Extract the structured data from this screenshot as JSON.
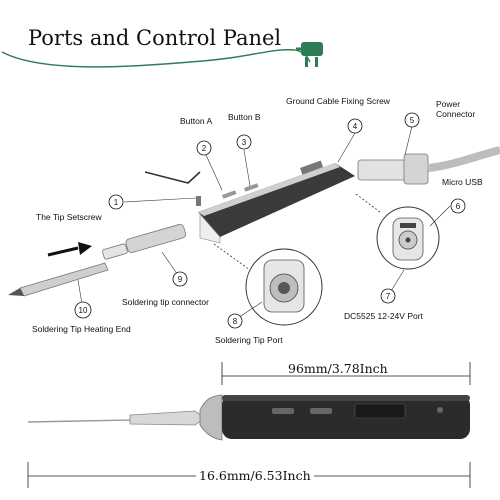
{
  "title": "Ports and Control Panel",
  "colors": {
    "accent": "#2e7d56",
    "ink": "#111111",
    "body": "#2b2b2b"
  },
  "labels": {
    "button_a": "Button A",
    "button_b": "Button B",
    "ground_screw": "Ground Cable Fixing Screw",
    "power_connector_1": "Power",
    "power_connector_2": "Connector",
    "micro_usb": "Micro USB",
    "tip_setscrew": "The Tip Setscrew",
    "tip_connector": "Soldering tip connector",
    "dc_port": "DC5525 12-24V Port",
    "tip_port": "Soldering Tip Port",
    "heating_end": "Soldering Tip Heating End"
  },
  "callout_numbers": [
    "1",
    "2",
    "3",
    "4",
    "5",
    "6",
    "7",
    "8",
    "9",
    "10"
  ],
  "dimensions": {
    "body_length": "96mm/3.78Inch",
    "total_length": "16.6mm/6.53Inch"
  }
}
